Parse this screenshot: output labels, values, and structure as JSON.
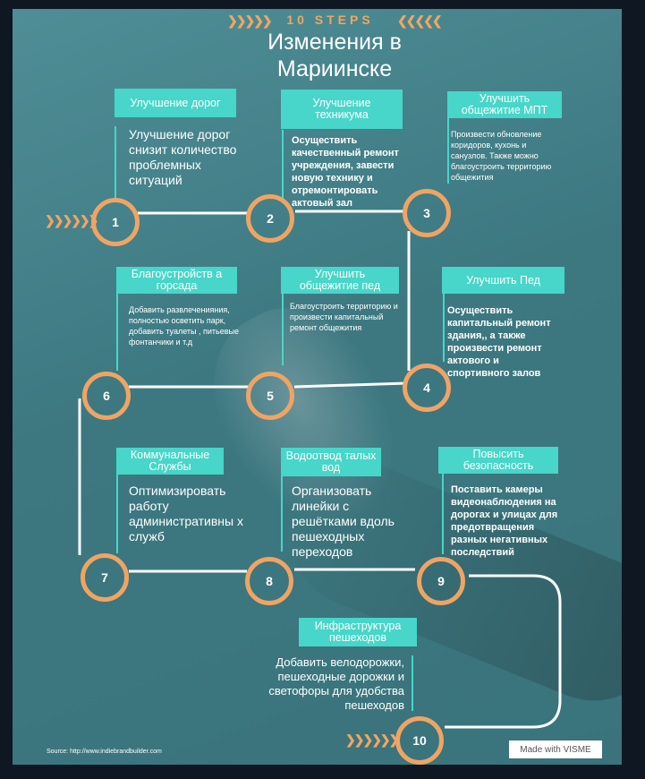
{
  "header": {
    "left_chevrons": "❯❯❯❯❯",
    "label": "10 STEPS",
    "right_chevrons": "❮❮❮❮❮"
  },
  "title": {
    "line1": "Изменения в",
    "line2": "Мариинске"
  },
  "steps": [
    {
      "number": "1",
      "label": "Улучшение дорог",
      "text": "Улучшение дорог снизит количество проблемных ситуаций"
    },
    {
      "number": "2",
      "label": "Улучшение техникума",
      "text": "Осуществить качественный ремонт учреждения, завести новую технику и отремонтировать актовый зал"
    },
    {
      "number": "3",
      "label": "Улучшить общежитие МПТ",
      "text": "Произвести обновление коридоров, кухонь и санузлов. Также можно благоустроить территорию общежития"
    },
    {
      "number": "4",
      "label": "Улучшить Пед",
      "text": "Осуществить капитальный ремонт здания,, а также произвести ремонт актового и спортивного залов"
    },
    {
      "number": "5",
      "label": "Улучшить общежитие пед",
      "text": "Благоустроить территорию и произвести капитальный ремонт общежития"
    },
    {
      "number": "6",
      "label": "Благоустройств а горсада",
      "text": "Добавить развлеченияния, полностью осветить парк, добавить туалеты , питьевые фонтанчики и т.д"
    },
    {
      "number": "7",
      "label": "Коммунальные Службы",
      "text": "Оптимизировать работу административны х служб"
    },
    {
      "number": "8",
      "label": "Водоотвод талых вод",
      "text": "Организовать линейки с решётками вдоль пешеходных переходов"
    },
    {
      "number": "9",
      "label": "Повысить безопасность",
      "text": "Поставить камеры видеонаблюдения на дорогах и улицах для предотвращения разных негативных последствий"
    },
    {
      "number": "10",
      "label": "Инфраструктура пешеходов",
      "text": "Добавить велодорожки, пешеходные дорожки и светофоры для удобства пешеходов"
    }
  ],
  "start_chevrons": "❯❯❯❯❯❯",
  "end_chevrons": "❯❯❯❯❯❯",
  "footer": {
    "source": "Source: http://www.indiebrandbuilder.com",
    "badge": "Made with VISME"
  },
  "colors": {
    "background": "#3f7a83",
    "accent": "#47d6c9",
    "ring": "#f0a463",
    "text": "#ffffff"
  }
}
